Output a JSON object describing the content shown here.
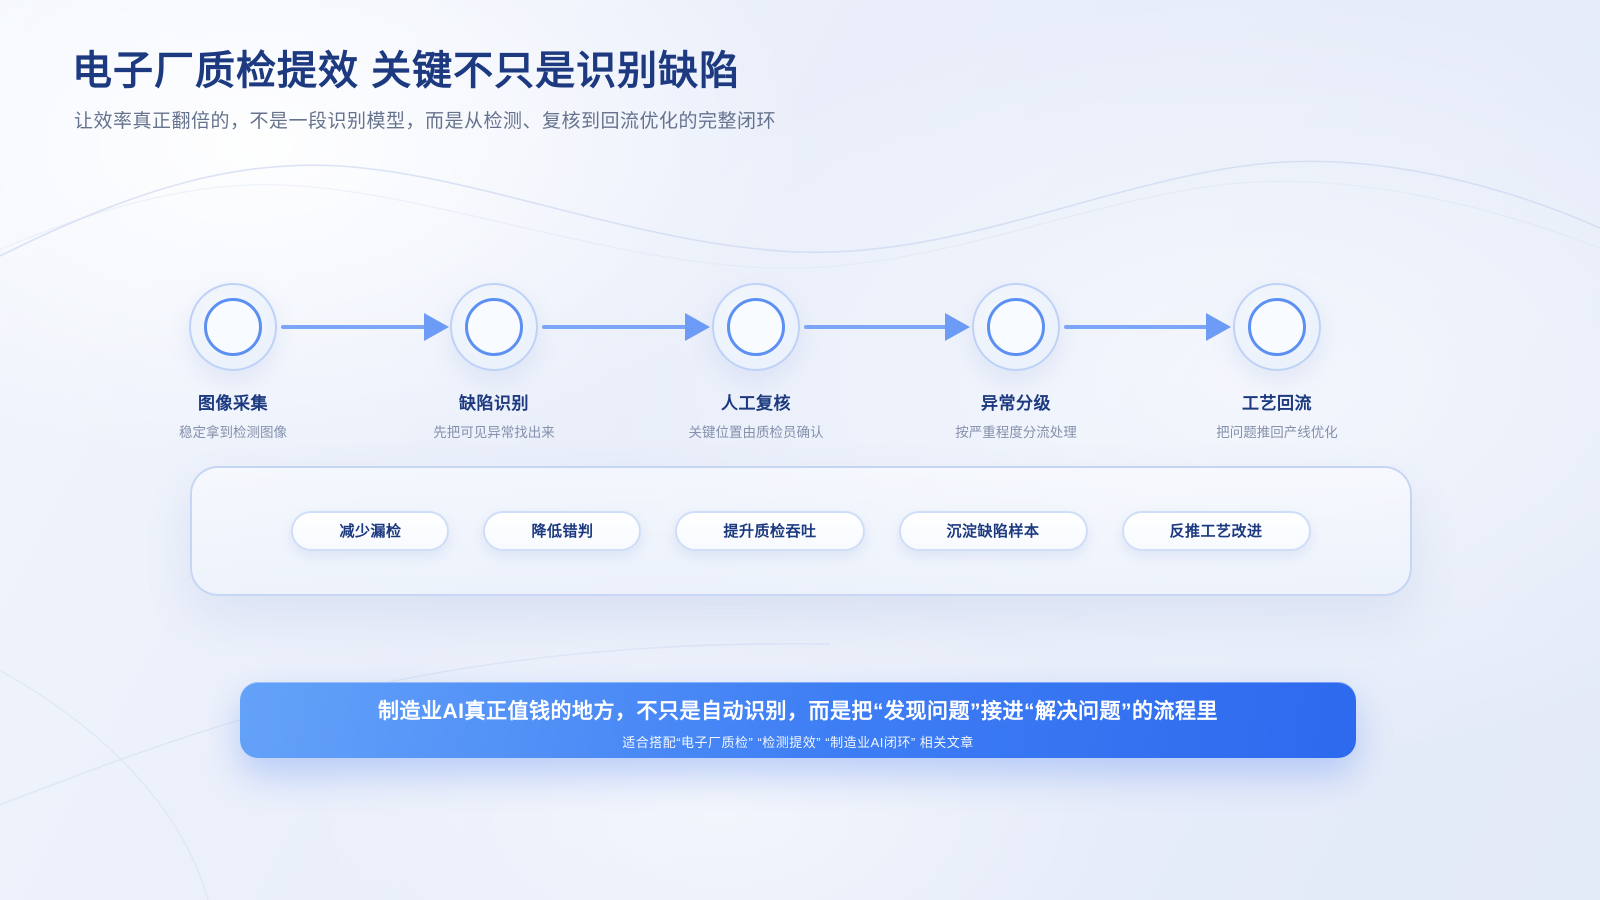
{
  "header": {
    "title": "电子厂质检提效 关键不只是识别缺陷",
    "subtitle": "让效率真正翻倍的，不是一段识别模型，而是从检测、复核到回流优化的完整闭环"
  },
  "flow": {
    "steps": [
      {
        "label": "图像采集",
        "desc": "稳定拿到检测图像"
      },
      {
        "label": "缺陷识别",
        "desc": "先把可见异常找出来"
      },
      {
        "label": "人工复核",
        "desc": "关键位置由质检员确认"
      },
      {
        "label": "异常分级",
        "desc": "按严重程度分流处理"
      },
      {
        "label": "工艺回流",
        "desc": "把问题推回产线优化"
      }
    ]
  },
  "benefits": {
    "items": [
      {
        "label": "减少漏检"
      },
      {
        "label": "降低错判"
      },
      {
        "label": "提升质检吞吐"
      },
      {
        "label": "沉淀缺陷样本"
      },
      {
        "label": "反推工艺改进"
      }
    ]
  },
  "banner": {
    "headline": "制造业AI真正值钱的地方，不只是自动识别，而是把“发现问题”接进“解决问题”的流程里",
    "note": "适合搭配“电子厂质检” “检测提效” “制造业AI闭环” 相关文章"
  },
  "colors": {
    "title_navy": "#1d3a80",
    "subtitle_gray": "#66738e",
    "node_ring": "#bed2f8",
    "node_inner_ring": "#5d90f3",
    "arrow_blue": "#6d9cf6",
    "pill_border": "#cfdef7",
    "banner_gradient_start": "#64a2f9",
    "banner_gradient_end": "#2d69ee",
    "background": "#e9eefa"
  }
}
